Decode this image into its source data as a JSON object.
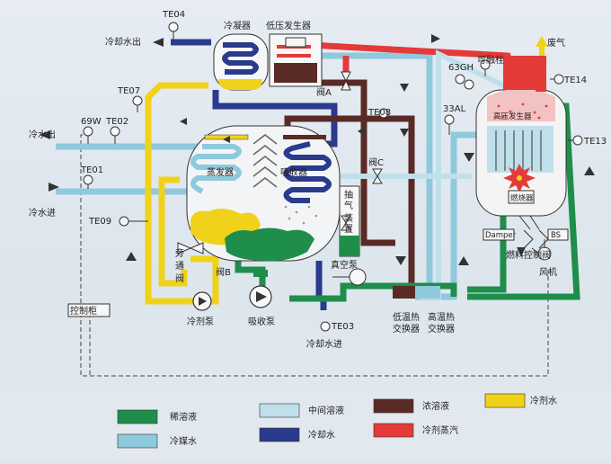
{
  "labels": {
    "te04": "TE04",
    "condenser": "冷凝器",
    "low_gen": "低压发生器",
    "cw_out": "冷却水出",
    "exhaust": "废气",
    "te07": "TE07",
    "valve_a": "阀A",
    "te08": "TE08",
    "fusible_plug": "可融栓",
    "g63gh": "63GH",
    "te14": "TE14",
    "g69w": "69W",
    "te02": "TE02",
    "a33al": "33AL",
    "high_gen": "高压发生器",
    "chw_out": "冷水出",
    "te13": "TE13",
    "evaporator": "蒸发器",
    "absorber": "吸收器",
    "valve_c": "阀C",
    "te01": "TE01",
    "purge_1": "抽",
    "purge_2": "气",
    "purge_3": "装",
    "purge_4": "置",
    "chw_in": "冷水进",
    "burner": "燃烧器",
    "te09": "TE09",
    "damper": "Damper",
    "bs": "BS",
    "bypass_1": "旁",
    "bypass_2": "通",
    "bypass_3": "阀",
    "vacuum_pump": "真空泵",
    "fuel_ctrl": "燃料控制阀",
    "valve_b": "阀B",
    "fan": "风机",
    "ctrl_cabinet": "控制柜",
    "ref_pump": "冷剂泵",
    "abs_pump": "吸收泵",
    "te03": "TE03",
    "low_hx_1": "低温热",
    "low_hx_2": "交换器",
    "high_hx_1": "高温热",
    "high_hx_2": "交换器",
    "cw_in": "冷却水进"
  },
  "legend": [
    {
      "label": "稀溶液",
      "color": "#1e8e4a"
    },
    {
      "label": "中间溶液",
      "color": "#bfe0ea"
    },
    {
      "label": "浓溶液",
      "color": "#5a2a26"
    },
    {
      "label": "冷剂水",
      "color": "#f0d21a"
    },
    {
      "label": "冷媒水",
      "color": "#8ec9dc"
    },
    {
      "label": "冷却水",
      "color": "#2a3a8c"
    },
    {
      "label": "冷剂蒸汽",
      "color": "#e43a3a"
    }
  ]
}
